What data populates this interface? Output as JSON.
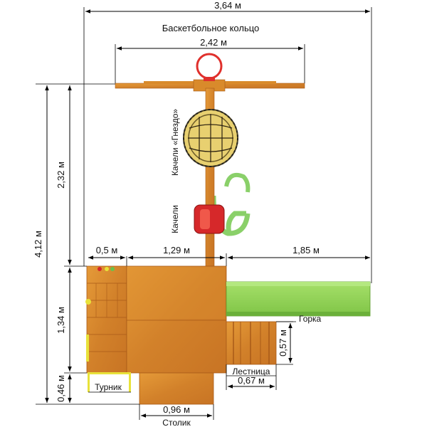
{
  "dimensions": {
    "total_width": "3,64 м",
    "hoop_beam": "2,42 м",
    "total_height": "4,12 м",
    "upper_height": "2,32 м",
    "platform_height": "1,34 м",
    "bottom_height": "0,46 м",
    "left_section": "0,5 м",
    "platform_width": "1,29 м",
    "slide_length": "1,85 м",
    "ladder_height": "0,57 м",
    "ladder_width": "0,67 м",
    "table_width": "0,96 м"
  },
  "labels": {
    "basketball": "Баскетбольное кольцо",
    "nest_swing": "Качели «Гнездо»",
    "swing": "Качели",
    "slide": "Горка",
    "ladder": "Лестница",
    "bar": "Турник",
    "table": "Столик"
  },
  "colors": {
    "wood": "#d98a2b",
    "wood_dark": "#b5641a",
    "slide": "#8fd14f",
    "swing_red": "#d6282a",
    "hoop_red": "#e0302c",
    "logo_green": "#6cc04a",
    "bar_yellow": "#e8e23a"
  }
}
